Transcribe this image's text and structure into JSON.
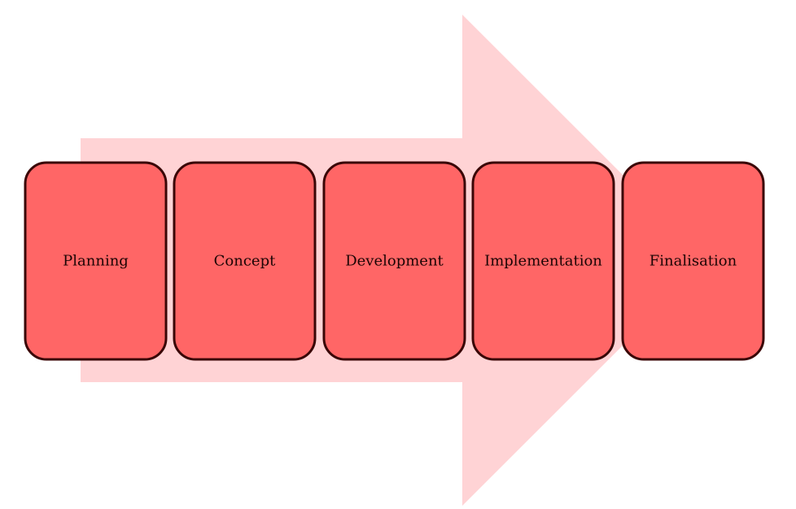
{
  "colors": {
    "arrow_fill": "#ffd3d5",
    "box_fill": "#ff6666",
    "box_stroke": "#3a0606",
    "label_text": "#1a0404"
  },
  "stages": [
    {
      "id": "planning",
      "label": "Planning"
    },
    {
      "id": "concept",
      "label": "Concept"
    },
    {
      "id": "development",
      "label": "Development"
    },
    {
      "id": "implementation",
      "label": "Implementation"
    },
    {
      "id": "finalisation",
      "label": "Finalisation"
    }
  ]
}
